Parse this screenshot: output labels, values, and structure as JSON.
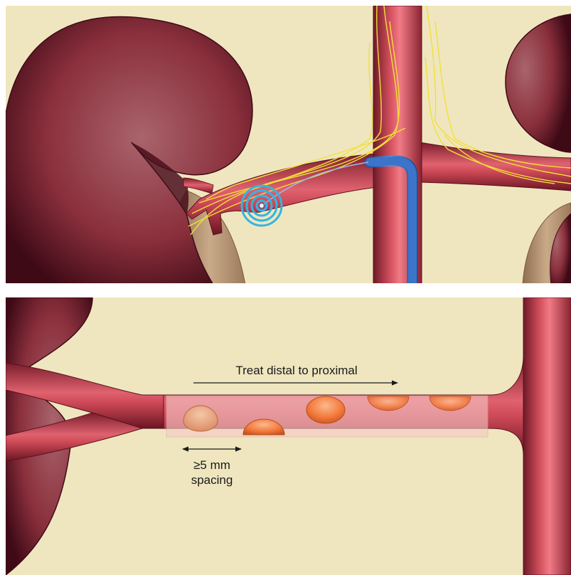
{
  "colors": {
    "background": "#efe6bf",
    "panel_border": "#ffffff",
    "kidney": "#8a2f3c",
    "kidney_dark": "#4a0f1c",
    "artery": "#c94755",
    "artery_light": "#f07b86",
    "nerve": "#f2df3a",
    "catheter": "#3b74c9",
    "energy_ring": "#33b5e0",
    "lesion": "#f47a3c",
    "lesion_light": "#f9b38a",
    "ureter": "#b89878"
  },
  "icons": {
    "arrow_treatment": "right-arrow",
    "arrow_spacing": "double-headed-arrow"
  },
  "bottom_panel": {
    "treatment_direction_label": "Treat distal to proximal",
    "spacing_value": "≥5 mm",
    "spacing_label": "spacing"
  }
}
